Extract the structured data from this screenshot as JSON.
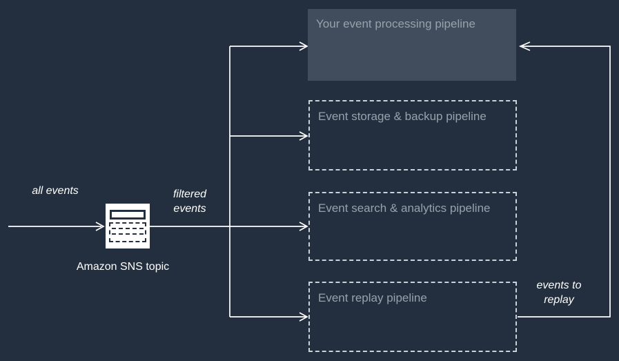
{
  "colors": {
    "background": "#232F3E",
    "box_fill": "#414D5C",
    "box_text": "#98A2AC",
    "dashed_border": "#CBD2DA",
    "line": "#FFFFFF",
    "label_text": "#FFFFFF",
    "icon_bg": "#FFFFFF",
    "icon_glyph": "#232F3E"
  },
  "labels": {
    "all_events": "all events",
    "filtered_events": "filtered events",
    "events_to_replay": "events to replay",
    "sns_topic": "Amazon SNS topic"
  },
  "pipelines": [
    {
      "label": "Your event processing pipeline",
      "style": "solid"
    },
    {
      "label": "Event storage & backup pipeline",
      "style": "dashed"
    },
    {
      "label": "Event search & analytics pipeline",
      "style": "dashed"
    },
    {
      "label": "Event replay pipeline",
      "style": "dashed"
    }
  ]
}
